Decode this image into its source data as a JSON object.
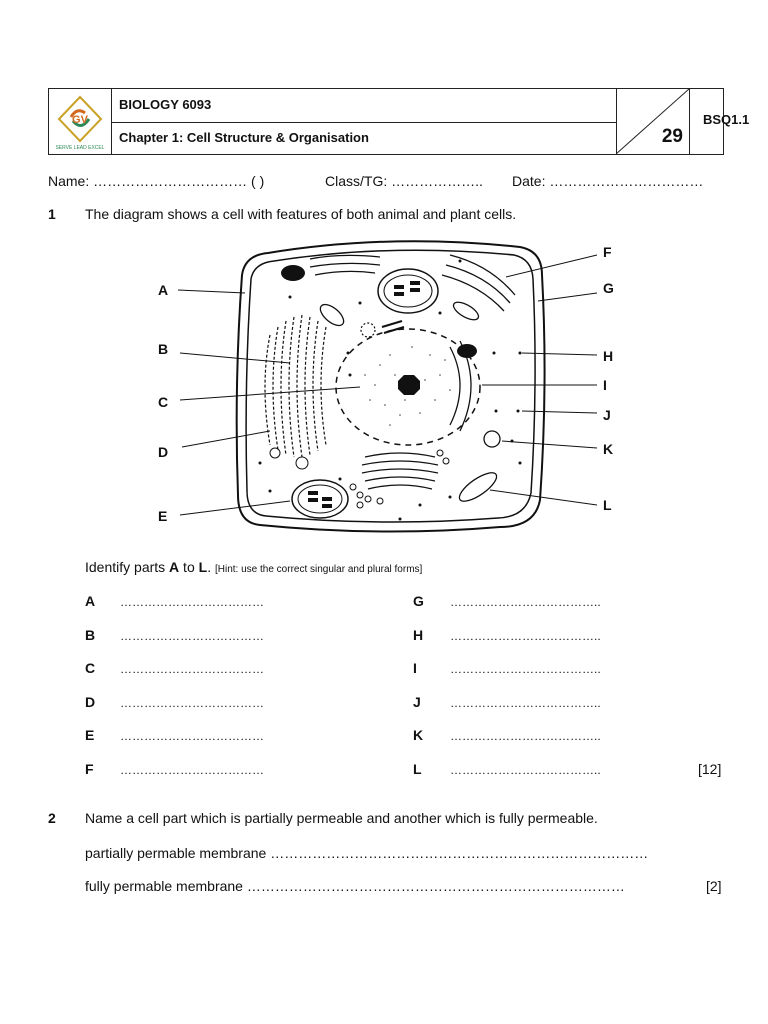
{
  "header": {
    "subject": "BIOLOGY 6093",
    "chapter": "Chapter 1: Cell Structure & Organisation",
    "number": "29",
    "code": "BSQ1.1",
    "logo_text": "SERVE LEAD EXCEL",
    "logo_letters": "GV"
  },
  "student_line": {
    "name": "Name: …………………………… (      )",
    "class": "Class/TG: ………………..",
    "date": "Date: ……………………………"
  },
  "q1": {
    "number": "1",
    "text": "The diagram shows a cell with features of both animal and plant cells.",
    "instruction_pre": "Identify parts ",
    "instruction_a": "A",
    "instruction_mid": " to ",
    "instruction_l": "L",
    "instruction_end": ". ",
    "hint": "[Hint: use the correct singular and plural forms]",
    "diagram_labels": [
      "A",
      "B",
      "C",
      "D",
      "E",
      "F",
      "G",
      "H",
      "I",
      "J",
      "K",
      "L"
    ],
    "answers_left": [
      {
        "letter": "A",
        "dots": "………………………………"
      },
      {
        "letter": "B",
        "dots": "………………………………"
      },
      {
        "letter": "C",
        "dots": "………………………………"
      },
      {
        "letter": "D",
        "dots": "………………………………"
      },
      {
        "letter": "E",
        "dots": "………………………………"
      },
      {
        "letter": "F",
        "dots": "………………………………"
      }
    ],
    "answers_right": [
      {
        "letter": "G",
        "dots": "……………………………….."
      },
      {
        "letter": "H",
        "dots": "……………………………….."
      },
      {
        "letter": "I",
        "dots": "……………………………….."
      },
      {
        "letter": "J",
        "dots": "……………………………….."
      },
      {
        "letter": "K",
        "dots": "……………………………….."
      },
      {
        "letter": "L",
        "dots": "……………………………….."
      }
    ],
    "marks": "[12]"
  },
  "q2": {
    "number": "2",
    "text": "Name a cell part which is partially permeable and another which is fully permeable.",
    "line1": "partially permable membrane ………………………………………………………………………",
    "line2": "fully permable membrane ………………………………………………………………………",
    "marks": "[2]"
  }
}
